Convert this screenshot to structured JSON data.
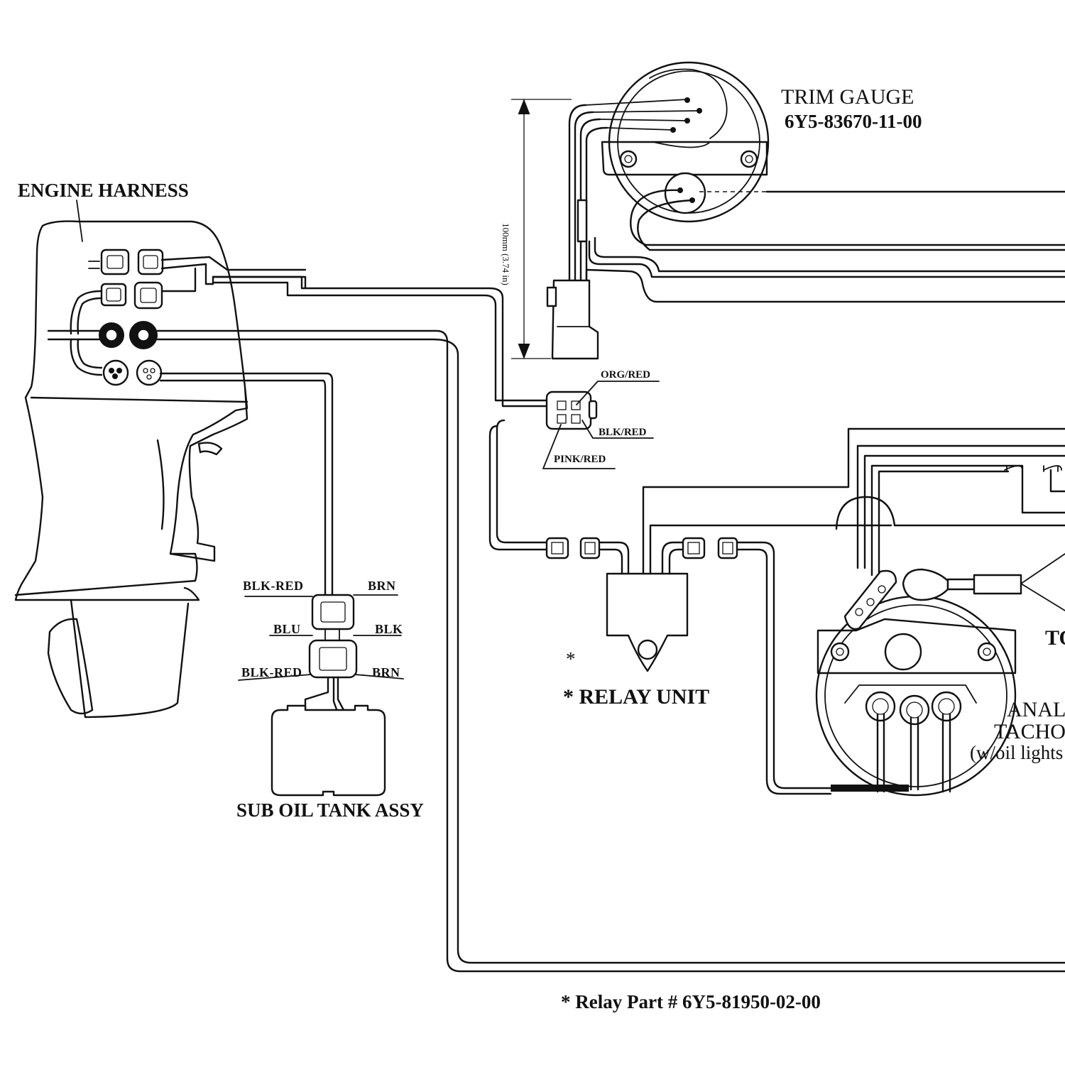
{
  "labels": {
    "engine_harness": "ENGINE HARNESS",
    "trim_gauge_title": "TRIM GAUGE",
    "trim_gauge_part": "6Y5-83670-11-00",
    "dimension": "100mm (3.74 in)",
    "org_red": "ORG/RED",
    "blk_red_small": "BLK/RED",
    "pink_red": "PINK/RED",
    "blk_red_1": "BLK-RED",
    "brn_1": "BRN",
    "blu": "BLU",
    "blk": "BLK",
    "blk_red_2": "BLK-RED",
    "brn_2": "BRN",
    "sub_oil_tank": "SUB OIL TANK ASSY",
    "relay_asterisk": "*",
    "relay_unit": "*  RELAY UNIT",
    "tach_to": "TO",
    "tach_line1": "ANAL",
    "tach_line2": "TACHO",
    "tach_line3": "(w/oil lights",
    "relay_part": "*  Relay Part # 6Y5-81950-02-00"
  }
}
